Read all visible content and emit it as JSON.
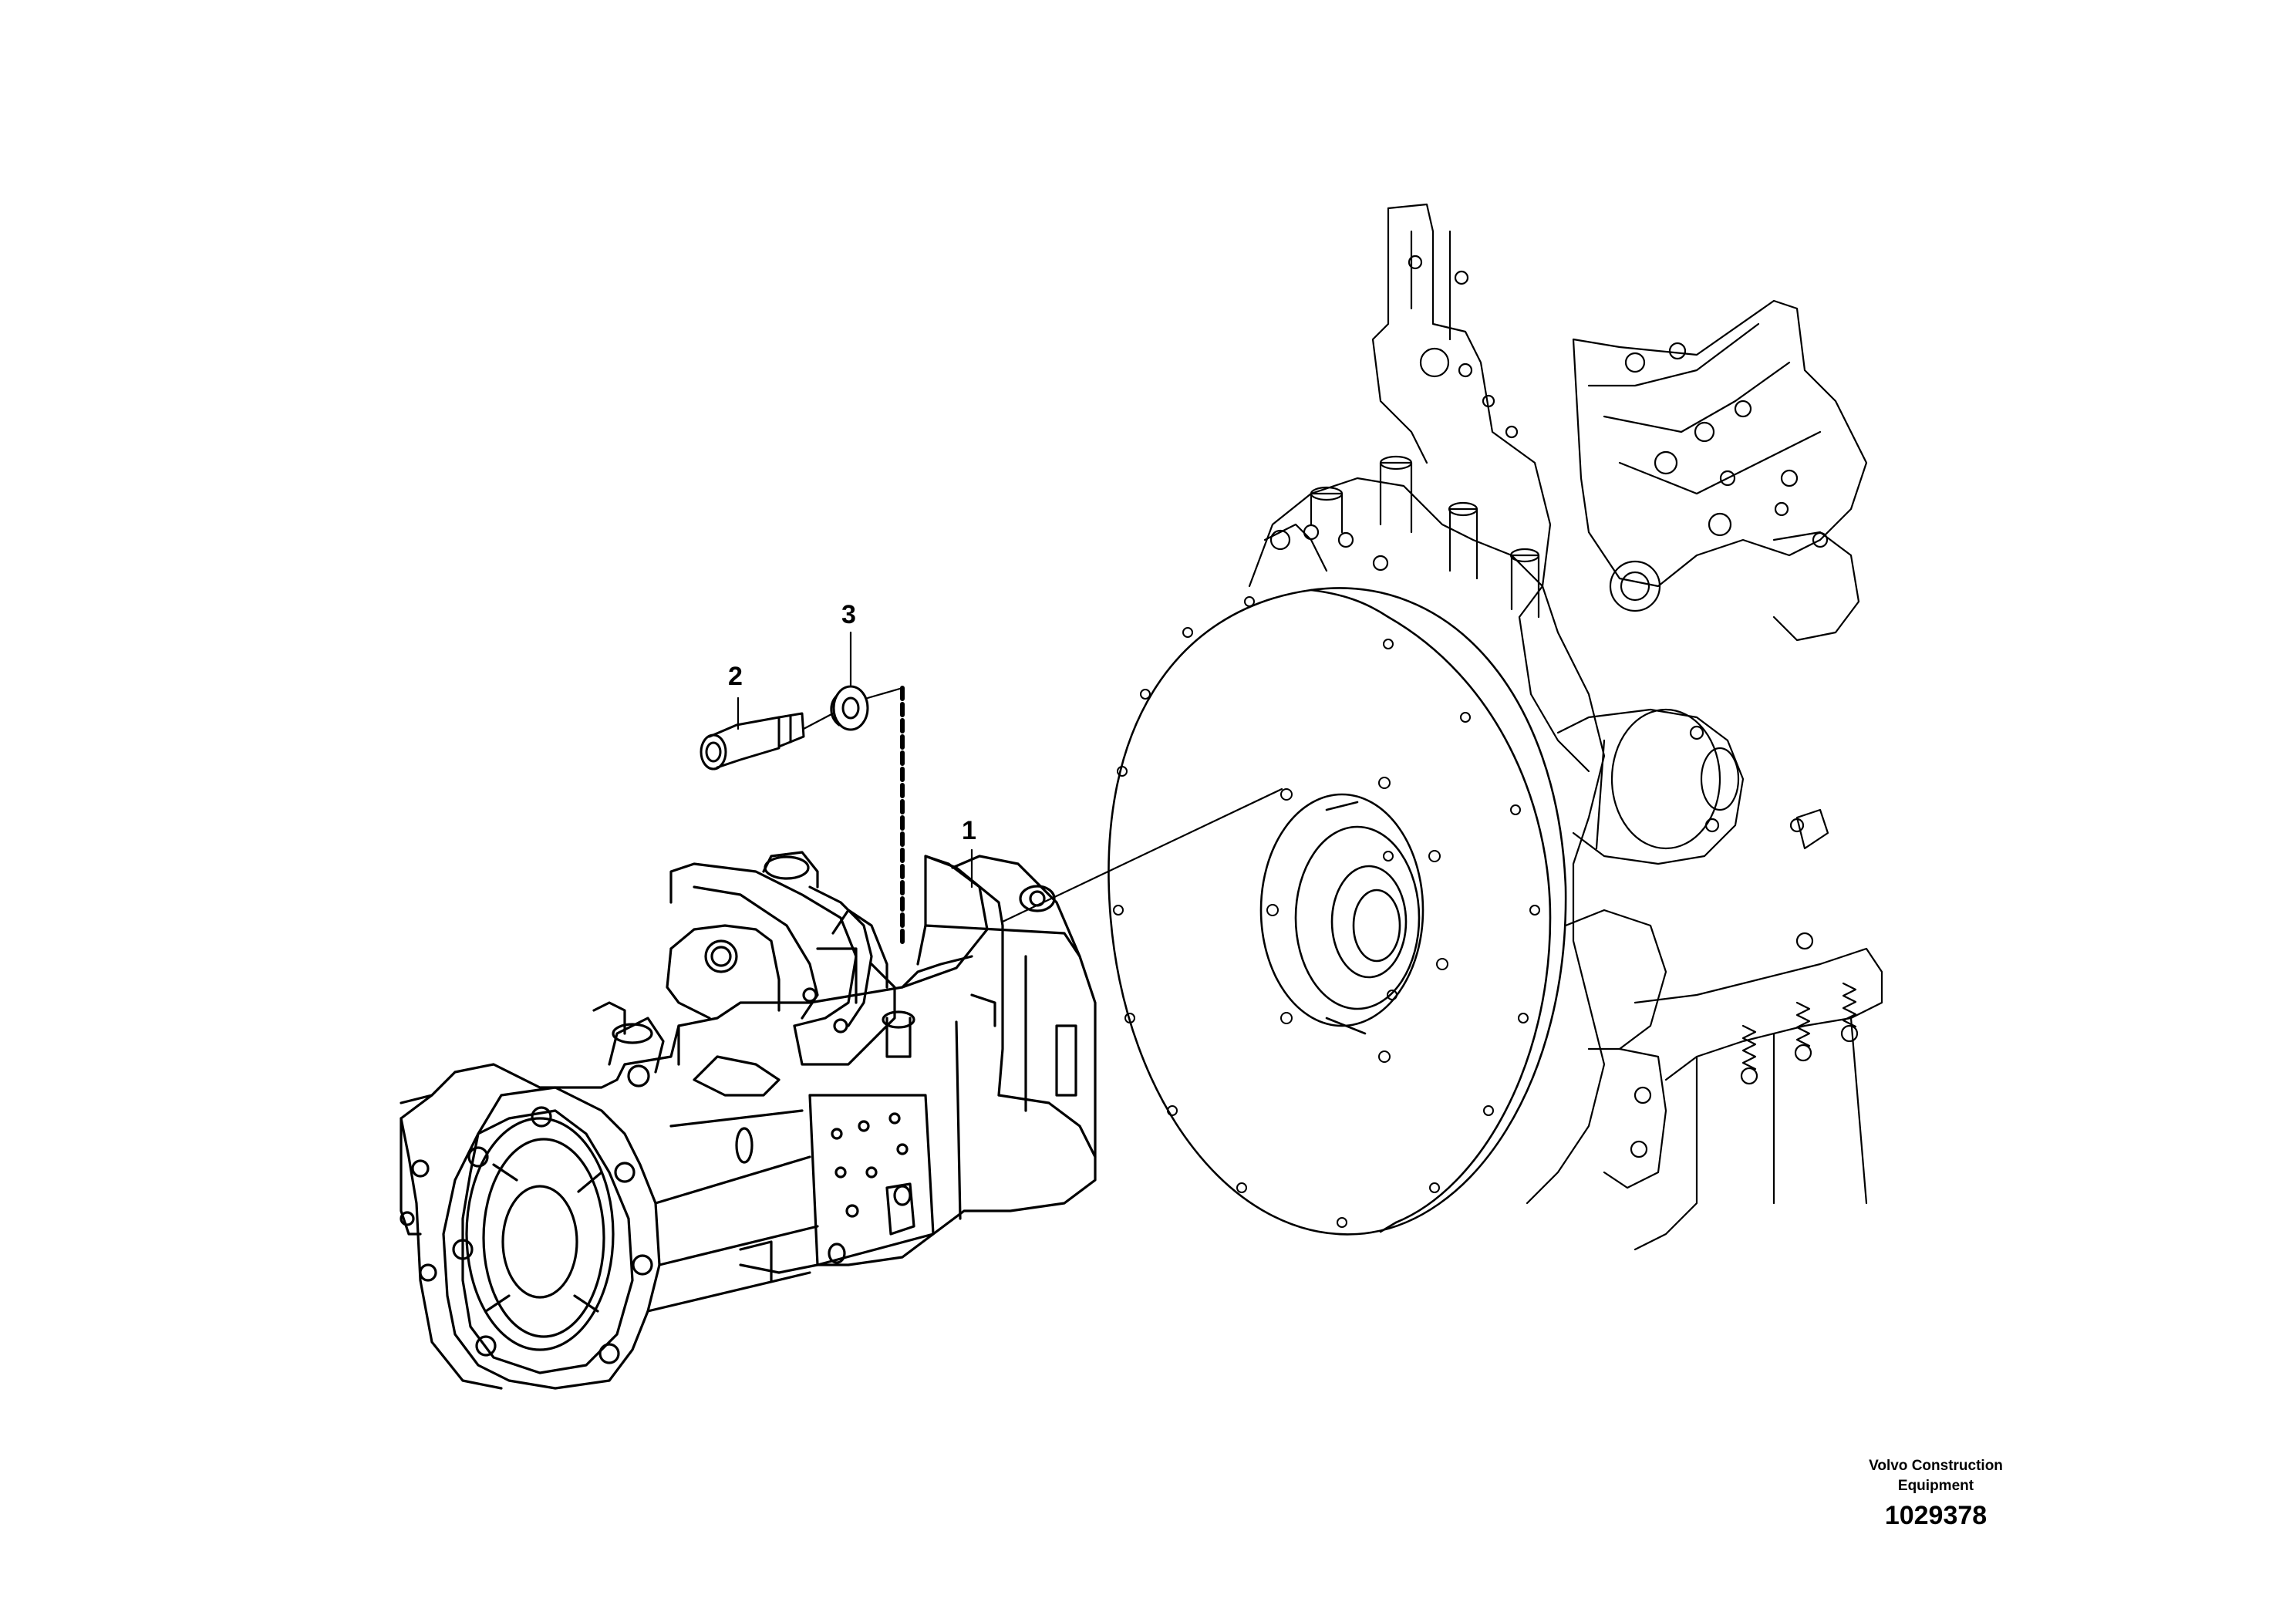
{
  "callouts": [
    {
      "id": "1",
      "label": "1"
    },
    {
      "id": "2",
      "label": "2"
    },
    {
      "id": "3",
      "label": "3"
    }
  ],
  "manufacturer": {
    "line1": "Volvo Construction",
    "line2": "Equipment"
  },
  "drawing_number": "1029378"
}
